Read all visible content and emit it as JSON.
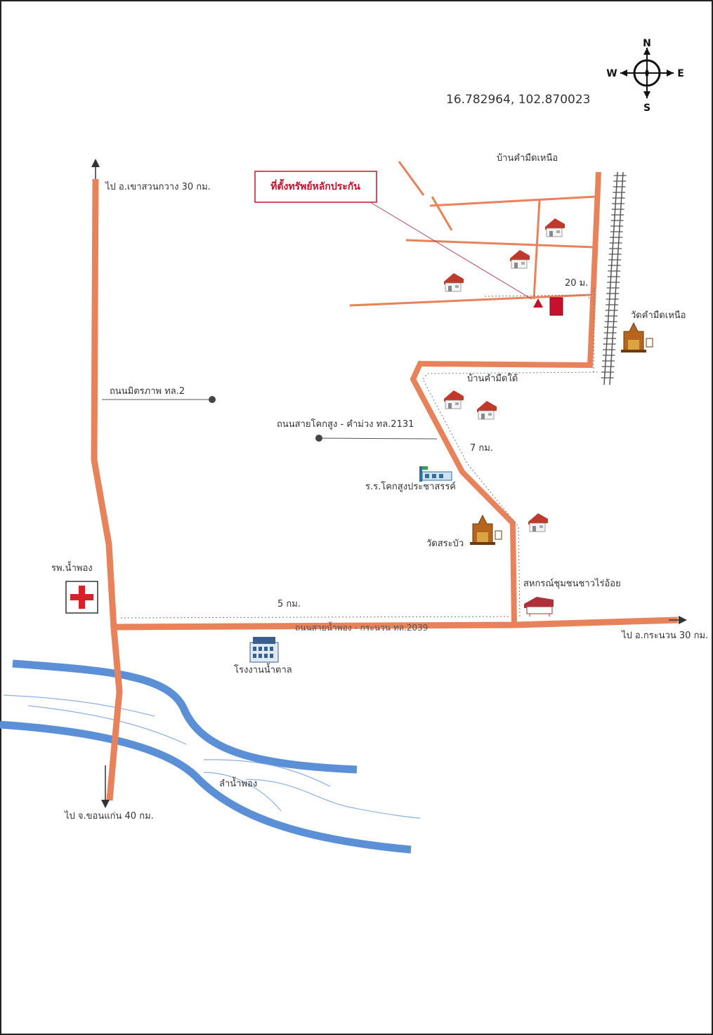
{
  "coordinates": "16.782964, 102.870023",
  "compass": {
    "n": "N",
    "s": "S",
    "e": "E",
    "w": "W"
  },
  "property_label": "ที่ตั้งทรัพย์หลักประกัน",
  "places": {
    "ban_kham_mid_nuea": "บ้านคำมืดเหนือ",
    "wat_kham_mid_nuea": "วัดคำมืดเหนือ",
    "ban_kham_mid_tai": "บ้านคำมืดใต้",
    "school": "ร.ร.โคกสูงประชาสรรค์",
    "wat_sra_bua": "วัดสระบัว",
    "cooperative": "สหกรณ์ชุมชนชาวไร่อ้อย",
    "hospital": "รพ.น้ำพอง",
    "sugar_factory": "โรงงานน้ำตาล",
    "river": "ลำน้ำพอง"
  },
  "roads": {
    "to_khao_suan_kwang": "ไป อ.เขาสวนกวาง 30 กม.",
    "mittraphap": "ถนนมิตรภาพ ทล.2",
    "khok_sung_kham_muang": "ถนนสายโคกสูง - คำม่วง ทล.2131",
    "nam_phong_kranuan": "ถนนสายน้ำพอง - กระนวน ทล.2039",
    "to_kranuan": "ไป อ.กระนวน 30 กม.",
    "to_khon_kaen": "ไป จ.ขอนแก่น 40 กม."
  },
  "distances": {
    "d20m": "20 ม.",
    "d7km": "7 กม.",
    "d5km": "5 กม."
  },
  "colors": {
    "road": "#e8825a",
    "river": "#5b8fd6",
    "property": "#c8102e",
    "roof": "#c0392b",
    "temple": "#b5651d"
  }
}
